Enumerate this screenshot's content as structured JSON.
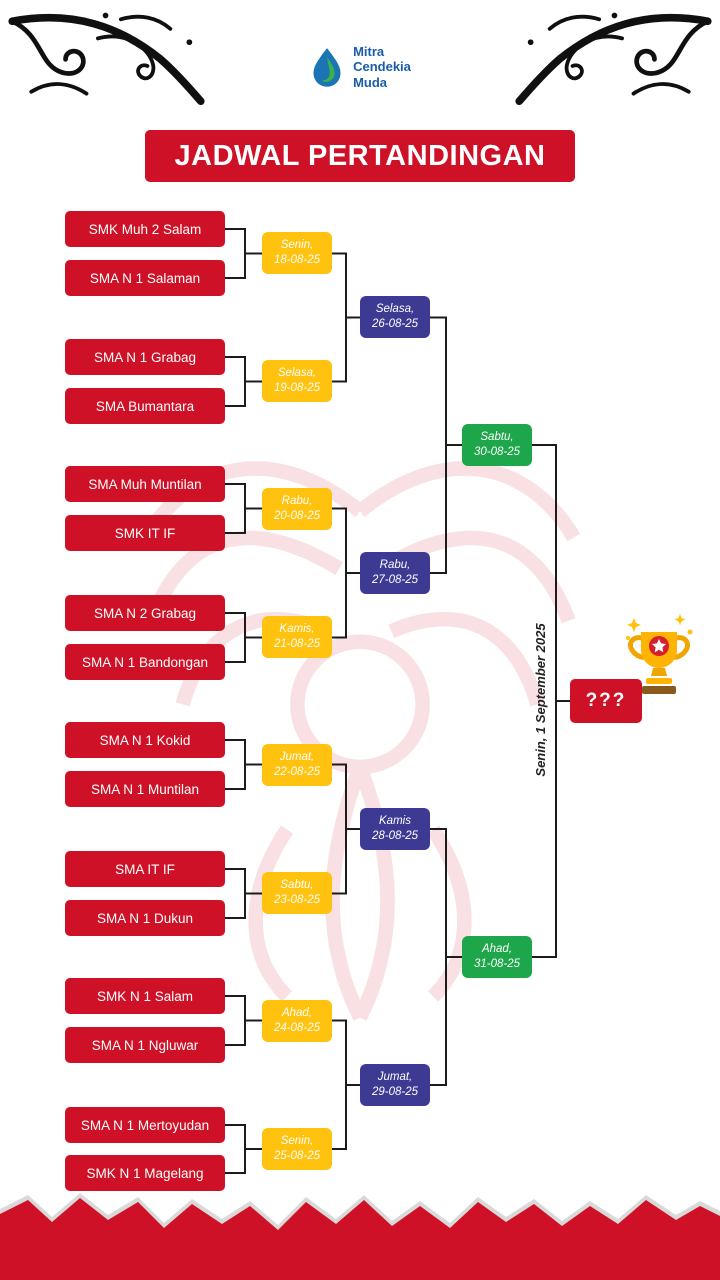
{
  "logo": {
    "line1": "Mitra",
    "line2": "Cendekia",
    "line3": "Muda"
  },
  "title": "JADWAL PERTANDINGAN",
  "bracket": {
    "teams": [
      "SMK Muh 2 Salam",
      "SMA N 1 Salaman",
      "SMA N 1 Grabag",
      "SMA Bumantara",
      "SMA Muh Muntilan",
      "SMK IT IF",
      "SMA N 2 Grabag",
      "SMA N 1 Bandongan",
      "SMA N 1 Kokid",
      "SMA N 1 Muntilan",
      "SMA IT IF",
      "SMA N 1 Dukun",
      "SMK N 1 Salam",
      "SMA N 1 Ngluwar",
      "SMA N 1 Mertoyudan",
      "SMK N 1 Magelang"
    ],
    "round1": [
      {
        "day": "Senin,",
        "date": "18-08-25"
      },
      {
        "day": "Selasa,",
        "date": "19-08-25"
      },
      {
        "day": "Rabu,",
        "date": "20-08-25"
      },
      {
        "day": "Kamis,",
        "date": "21-08-25"
      },
      {
        "day": "Jumat,",
        "date": "22-08-25"
      },
      {
        "day": "Sabtu,",
        "date": "23-08-25"
      },
      {
        "day": "Ahad,",
        "date": "24-08-25"
      },
      {
        "day": "Senin,",
        "date": "25-08-25"
      }
    ],
    "round2": [
      {
        "day": "Selasa,",
        "date": "26-08-25"
      },
      {
        "day": "Rabu,",
        "date": "27-08-25"
      },
      {
        "day": "Kamis",
        "date": "28-08-25"
      },
      {
        "day": "Jumat,",
        "date": "29-08-25"
      }
    ],
    "semifinal": [
      {
        "day": "Sabtu,",
        "date": "30-08-25"
      },
      {
        "day": "Ahad,",
        "date": "31-08-25"
      }
    ],
    "final": {
      "placeholder": "???",
      "date": "Senin, 1 September 2025"
    }
  },
  "colors": {
    "team_red": "#ce1126",
    "round1_yellow": "#ffc20e",
    "round2_blue": "#3d3a94",
    "semifinal_green": "#1ea64a",
    "logo_blue": "#1a5ca8",
    "logo_green": "#3cb04a",
    "trophy_gold": "#ffb302"
  },
  "icons": {
    "trophy": "trophy-icon",
    "flourish": "flourish-ornament-icon",
    "watermark": "garuda-watermark-icon",
    "logo": "water-drop-logo-icon"
  }
}
